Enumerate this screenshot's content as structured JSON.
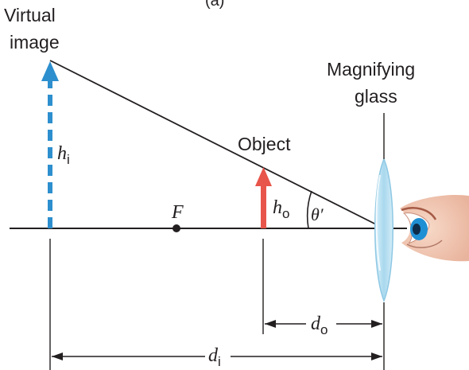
{
  "header": {
    "part_label": "(a)"
  },
  "labels": {
    "virtual_image_line1": "Virtual",
    "virtual_image_line2": "image",
    "magnifying_line1": "Magnifying",
    "magnifying_line2": "glass",
    "object": "Object",
    "focal_point": "F",
    "theta": "θ′",
    "h_image": {
      "main": "h",
      "sub": "i"
    },
    "h_object": {
      "main": "h",
      "sub": "o"
    },
    "d_object": {
      "main": "d",
      "sub": "o"
    },
    "d_image": {
      "main": "d",
      "sub": "i"
    }
  },
  "colors": {
    "virtual_arrow": "#2d8fce",
    "object_arrow": "#e8554b",
    "lens": "#bfe3f3",
    "line": "#231f20",
    "iris": "#1f8fd4"
  }
}
